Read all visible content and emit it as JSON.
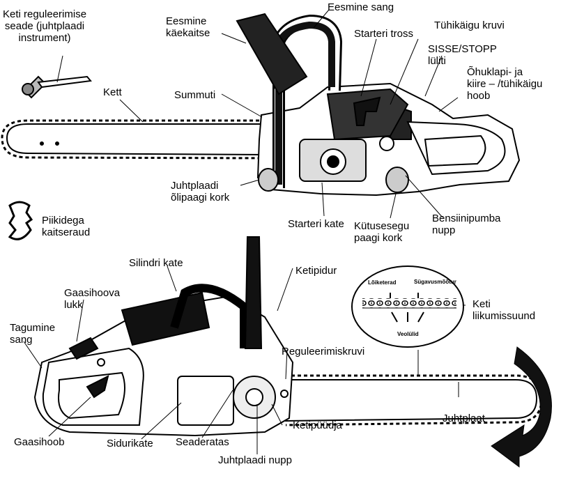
{
  "labels": {
    "keti_reguleerimise_seade": "Keti reguleerimise\nseade (juhtplaadi\ninstrument)",
    "eesmine_kaekaitse": "Eesmine\nkäekaitse",
    "eesmine_sang": "Eesmine sang",
    "starteri_tross": "Starteri tross",
    "tuhikaigu_kruvi": "Tühikäigu kruvi",
    "sisse_stopp": "SISSE/STOPP\nlüliti",
    "ohuklapi_hoob": "Õhuklapi- ja\nkiire – /tühikäigu\nhoob",
    "kett": "Kett",
    "summuti": "Summuti",
    "juhtplaadi_olipaagi_kork": "Juhtplaadi\nõlipaagi kork",
    "starteri_kate": "Starteri kate",
    "kutusesegu_paagi_kork": "Kütusesegu\npaagi kork",
    "bensiinipumba_nupp": "Bensiinipumba\nnupp",
    "piikidega_kaitseraud": "Piikidega\nkaitseraud",
    "silindri_kate": "Silindri kate",
    "gaasihoova_lukk": "Gaasihoova\nlukk",
    "tagumine_sang": "Tagumine\nsang",
    "ketipidur": "Ketipidur",
    "reguleerimiskruvi": "Reguleerimiskruvi",
    "keti_liikumissuund": "Keti\nliikumissuund",
    "loiketerad": "Lõiketerad",
    "sugavusmootur": "Sügavusmõõtur",
    "veolulid": "Veolülid",
    "gaasihoob": "Gaasihoob",
    "sidurikate": "Sidurikate",
    "seaderatas": "Seaderatas",
    "ketipuudja": "Ketipüüdja",
    "juhtplaat": "Juhtplaat",
    "juhtplaadi_nupp": "Juhtplaadi nupp"
  }
}
